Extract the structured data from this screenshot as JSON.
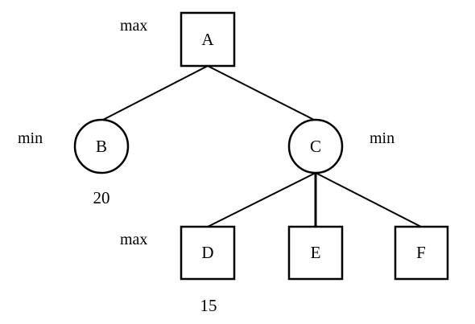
{
  "nodes": {
    "A": {
      "label": "A",
      "shape": "square"
    },
    "B": {
      "label": "B",
      "shape": "circle",
      "value": "20"
    },
    "C": {
      "label": "C",
      "shape": "circle"
    },
    "D": {
      "label": "D",
      "shape": "square",
      "value": "15"
    },
    "E": {
      "label": "E",
      "shape": "square"
    },
    "F": {
      "label": "F",
      "shape": "square"
    }
  },
  "edges": [
    {
      "from": "A",
      "to": "B"
    },
    {
      "from": "A",
      "to": "C"
    },
    {
      "from": "C",
      "to": "D"
    },
    {
      "from": "C",
      "to": "E"
    },
    {
      "from": "C",
      "to": "F"
    }
  ],
  "level_labels": {
    "root": "max",
    "left_middle": "min",
    "right_middle": "min",
    "bottom": "max"
  },
  "colors": {
    "stroke": "#000000",
    "background": "#ffffff"
  }
}
